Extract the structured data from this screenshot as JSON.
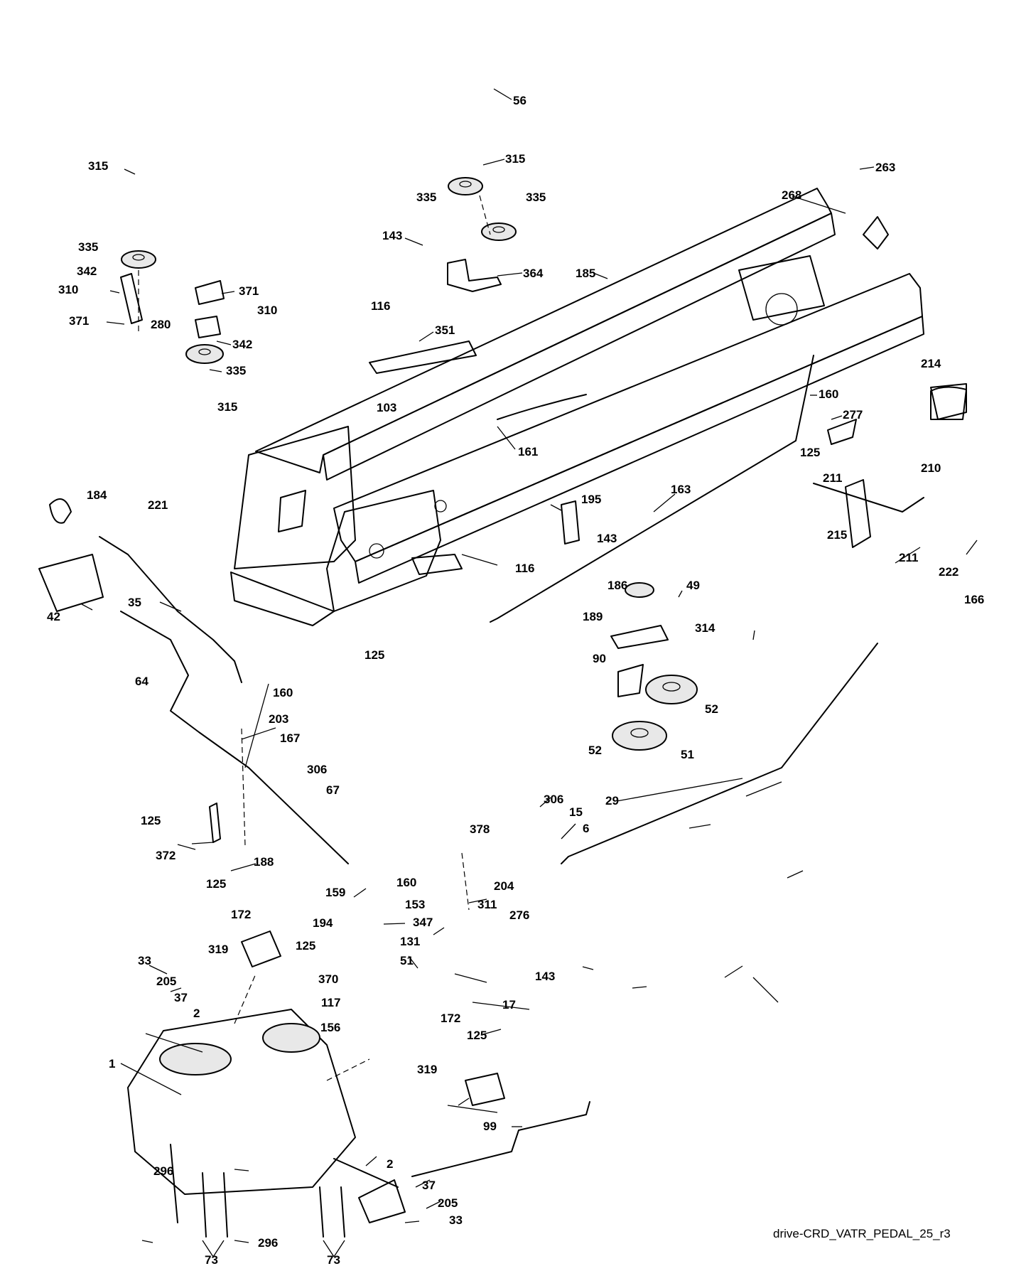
{
  "caption": "drive-CRD_VATR_PEDAL_25_r3",
  "callouts": [
    {
      "id": "56",
      "label": "56"
    },
    {
      "id": "315a",
      "label": "315"
    },
    {
      "id": "315b",
      "label": "315"
    },
    {
      "id": "263",
      "label": "263"
    },
    {
      "id": "335a",
      "label": "335"
    },
    {
      "id": "335b",
      "label": "335"
    },
    {
      "id": "268",
      "label": "268"
    },
    {
      "id": "143a",
      "label": "143"
    },
    {
      "id": "335c",
      "label": "335"
    },
    {
      "id": "342a",
      "label": "342"
    },
    {
      "id": "364",
      "label": "364"
    },
    {
      "id": "185",
      "label": "185"
    },
    {
      "id": "310a",
      "label": "310"
    },
    {
      "id": "371a",
      "label": "371"
    },
    {
      "id": "310b",
      "label": "310"
    },
    {
      "id": "371b",
      "label": "371"
    },
    {
      "id": "280",
      "label": "280"
    },
    {
      "id": "116a",
      "label": "116"
    },
    {
      "id": "351",
      "label": "351"
    },
    {
      "id": "342b",
      "label": "342"
    },
    {
      "id": "335d",
      "label": "335"
    },
    {
      "id": "214",
      "label": "214"
    },
    {
      "id": "103",
      "label": "103"
    },
    {
      "id": "315c",
      "label": "315"
    },
    {
      "id": "160a",
      "label": "160"
    },
    {
      "id": "277",
      "label": "277"
    },
    {
      "id": "161",
      "label": "161"
    },
    {
      "id": "125a",
      "label": "125"
    },
    {
      "id": "210",
      "label": "210"
    },
    {
      "id": "211a",
      "label": "211"
    },
    {
      "id": "184",
      "label": "184"
    },
    {
      "id": "163",
      "label": "163"
    },
    {
      "id": "195",
      "label": "195"
    },
    {
      "id": "221",
      "label": "221"
    },
    {
      "id": "215",
      "label": "215"
    },
    {
      "id": "143b",
      "label": "143"
    },
    {
      "id": "211b",
      "label": "211"
    },
    {
      "id": "116b",
      "label": "116"
    },
    {
      "id": "222",
      "label": "222"
    },
    {
      "id": "35",
      "label": "35"
    },
    {
      "id": "186",
      "label": "186"
    },
    {
      "id": "49",
      "label": "49"
    },
    {
      "id": "166",
      "label": "166"
    },
    {
      "id": "42",
      "label": "42"
    },
    {
      "id": "189",
      "label": "189"
    },
    {
      "id": "314",
      "label": "314"
    },
    {
      "id": "125b",
      "label": "125"
    },
    {
      "id": "90",
      "label": "90"
    },
    {
      "id": "64",
      "label": "64"
    },
    {
      "id": "160b",
      "label": "160"
    },
    {
      "id": "52a",
      "label": "52"
    },
    {
      "id": "203",
      "label": "203"
    },
    {
      "id": "167",
      "label": "167"
    },
    {
      "id": "52b",
      "label": "52"
    },
    {
      "id": "51a",
      "label": "51"
    },
    {
      "id": "306a",
      "label": "306"
    },
    {
      "id": "67",
      "label": "67"
    },
    {
      "id": "306b",
      "label": "306"
    },
    {
      "id": "29",
      "label": "29"
    },
    {
      "id": "125c",
      "label": "125"
    },
    {
      "id": "15",
      "label": "15"
    },
    {
      "id": "378",
      "label": "378"
    },
    {
      "id": "6",
      "label": "6"
    },
    {
      "id": "372",
      "label": "372"
    },
    {
      "id": "188",
      "label": "188"
    },
    {
      "id": "125d",
      "label": "125"
    },
    {
      "id": "160c",
      "label": "160"
    },
    {
      "id": "204",
      "label": "204"
    },
    {
      "id": "159",
      "label": "159"
    },
    {
      "id": "153",
      "label": "153"
    },
    {
      "id": "311",
      "label": "311"
    },
    {
      "id": "172a",
      "label": "172"
    },
    {
      "id": "347",
      "label": "347"
    },
    {
      "id": "276",
      "label": "276"
    },
    {
      "id": "194",
      "label": "194"
    },
    {
      "id": "125e",
      "label": "125"
    },
    {
      "id": "131",
      "label": "131"
    },
    {
      "id": "319a",
      "label": "319"
    },
    {
      "id": "51b",
      "label": "51"
    },
    {
      "id": "33a",
      "label": "33"
    },
    {
      "id": "143c",
      "label": "143"
    },
    {
      "id": "205a",
      "label": "205"
    },
    {
      "id": "370",
      "label": "370"
    },
    {
      "id": "37a",
      "label": "37"
    },
    {
      "id": "17",
      "label": "17"
    },
    {
      "id": "117",
      "label": "117"
    },
    {
      "id": "2a",
      "label": "2"
    },
    {
      "id": "172b",
      "label": "172"
    },
    {
      "id": "156",
      "label": "156"
    },
    {
      "id": "125f",
      "label": "125"
    },
    {
      "id": "319b",
      "label": "319"
    },
    {
      "id": "1",
      "label": "1"
    },
    {
      "id": "99",
      "label": "99"
    },
    {
      "id": "2b",
      "label": "2"
    },
    {
      "id": "37b",
      "label": "37"
    },
    {
      "id": "296a",
      "label": "296"
    },
    {
      "id": "205b",
      "label": "205"
    },
    {
      "id": "33b",
      "label": "33"
    },
    {
      "id": "296b",
      "label": "296"
    },
    {
      "id": "73a",
      "label": "73"
    },
    {
      "id": "73b",
      "label": "73"
    }
  ]
}
